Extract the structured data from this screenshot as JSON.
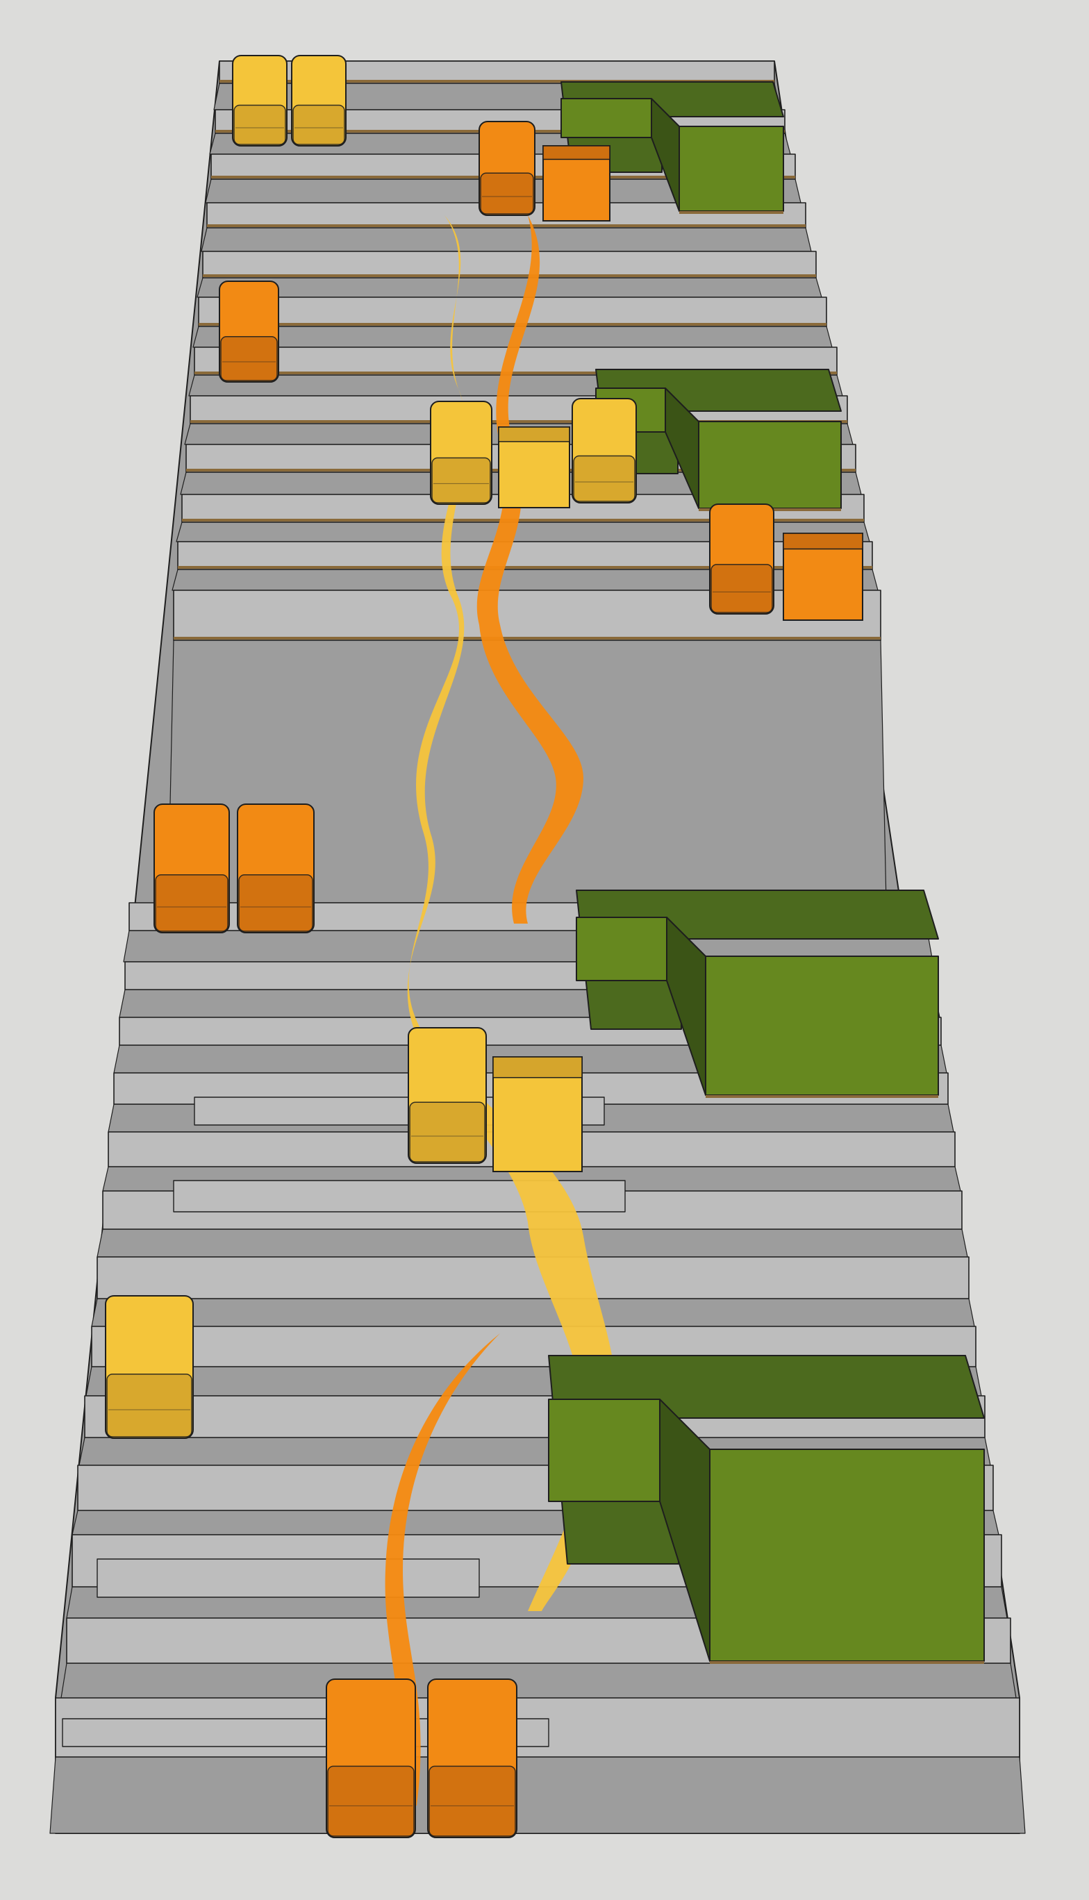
{
  "scene": {
    "kind": "isometric terraced seating steps",
    "labels": [],
    "colors": {
      "background": "#dcdcda",
      "step_top": "#9d9d9d",
      "step_front": "#bdbdbd",
      "outline": "#1e1e1e",
      "trim": "#8a6a3a",
      "planter_top": "#4c6a1e",
      "planter_front": "#66881f",
      "planter_side": "#3b5416",
      "seat_orange": "#f28a14",
      "seat_orange_dark": "#cf7010",
      "seat_yellow": "#f4c53a",
      "seat_yellow_dark": "#d5a52c",
      "ribbon_orange": "#f58a10",
      "ribbon_yellow": "#f6c43c"
    },
    "elements": {
      "terrace_steps": 25,
      "planters": 4,
      "cube_seats": 4,
      "chair_seats": 13,
      "flow_ribbons": 2
    }
  }
}
